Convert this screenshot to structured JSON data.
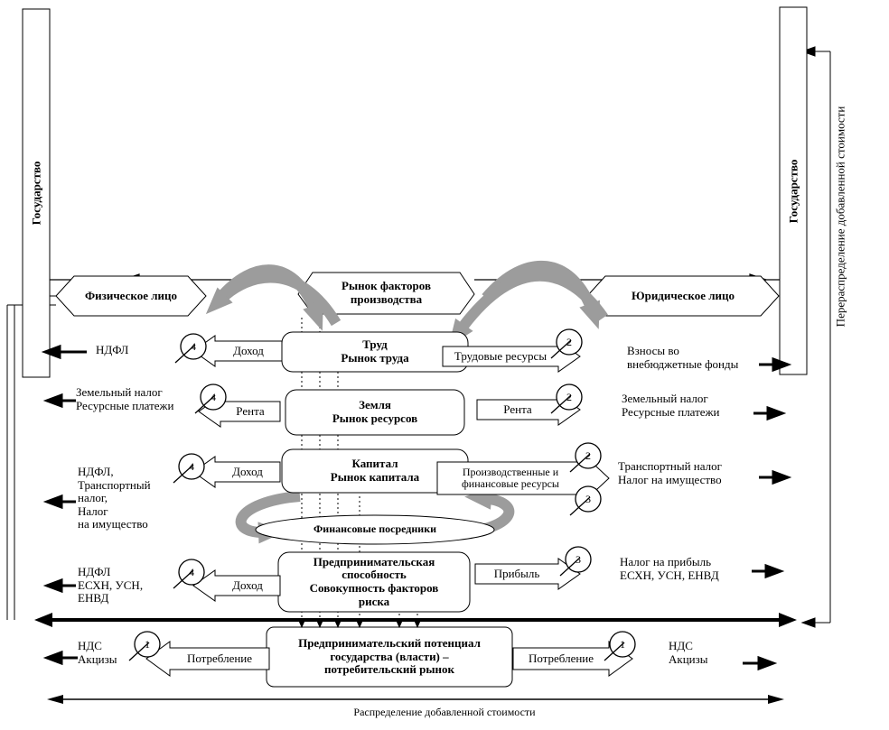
{
  "states": {
    "left": "Государство",
    "right": "Государство"
  },
  "axes": {
    "right_vertical": "Перераспределение добавленной стоимости",
    "bottom": "Распределение добавленной стоимости"
  },
  "top": {
    "individual": "Физическое лицо",
    "factors_market": "Рынок факторов\nпроизводства",
    "legal_entity": "Юридическое лицо"
  },
  "rows": {
    "labor": {
      "box": "Труд\nРынок труда",
      "left_circle": "4",
      "left_flow": "Доход",
      "left_tax": "НДФЛ",
      "right_flow": "Трудовые ресурсы",
      "right_circle": "2",
      "right_tax": "Взносы во\nвнебюджетные фонды"
    },
    "land": {
      "box": "Земля\nРынок ресурсов",
      "left_circle": "4",
      "left_flow": "Рента",
      "left_tax": "Земельный налог\nРесурсные платежи",
      "right_flow": "Рента",
      "right_circle": "2",
      "right_tax": "Земельный налог\nРесурсные платежи"
    },
    "capital": {
      "box": "Капитал\nРынок капитала",
      "left_circle": "4",
      "left_flow": "Доход",
      "left_tax": "НДФЛ,\nТранспортный\nналог,\nНалог\nна имущество",
      "right_flow": "Производственные и\nфинансовые ресурсы",
      "right_circle_top": "2",
      "right_circle_bottom": "3",
      "right_tax": "Транспортный налог\nНалог на имущество"
    },
    "intermediaries": {
      "box": "Финансовые посредники"
    },
    "entrepreneurship": {
      "box": "Предпринимательская\nспособность\nСовокупность факторов\nриска",
      "left_circle": "4",
      "left_flow": "Доход",
      "left_tax": "НДФЛ\nЕСХН, УСН,\nЕНВД",
      "right_flow": "Прибыль",
      "right_circle": "3",
      "right_tax": "Налог на прибыль\nЕСХН, УСН, ЕНВД"
    },
    "consumer": {
      "box": "Предпринимательский потенциал\nгосударства (власти) –\nпотребительский рынок",
      "left_circle": "1",
      "left_flow": "Потребление",
      "left_tax": "НДС\nАкцизы",
      "right_flow": "Потребление",
      "right_circle": "1",
      "right_tax": "НДС\nАкцизы"
    }
  }
}
